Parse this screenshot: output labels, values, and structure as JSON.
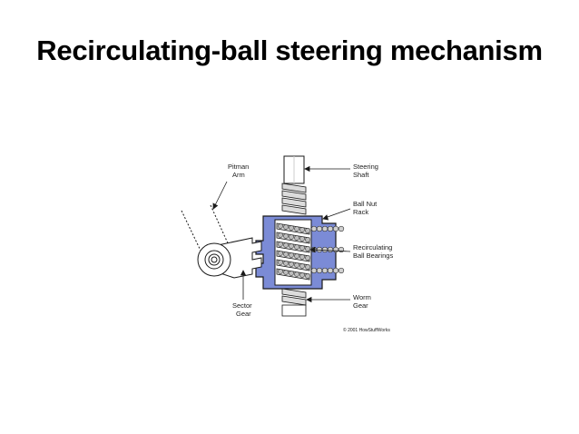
{
  "slide": {
    "title": "Recirculating-ball steering mechanism"
  },
  "diagram": {
    "labels": {
      "pitman_arm": [
        "Pitman",
        "Arm"
      ],
      "steering_shaft": [
        "Steering",
        "Shaft"
      ],
      "ball_nut_rack": [
        "Ball Nut",
        "Rack"
      ],
      "recirculating_ball_bearings": [
        "Recirculating",
        "Ball Bearings"
      ],
      "worm_gear": [
        "Worm",
        "Gear"
      ],
      "sector_gear": [
        "Sector",
        "Gear"
      ]
    },
    "copyright": "© 2001 HowStuffWorks",
    "colors": {
      "ball_nut": "#7b8bd6",
      "ball_nut_dark": "#3a4aa8",
      "metal": "#e0e0e0",
      "outline": "#1a1a1a"
    }
  }
}
